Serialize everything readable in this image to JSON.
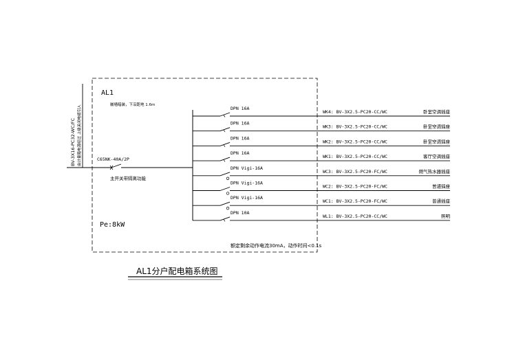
{
  "panel": {
    "name": "AL1",
    "mount_note": "嵌墙暗装，下沿距地 1.6m",
    "power": "Pe:8kW",
    "rcd_note": "额定剩余动作电流30mA，动作时间<0.1s"
  },
  "feeder": {
    "cable": "BV-3X16-PC32-WC/FC",
    "note": "由计量箱电源经过 上级关闭电缆引入"
  },
  "main_switch": {
    "breaker": "C65NK-40A/2P",
    "label": "主开关带隔离功能"
  },
  "circuits": [
    {
      "breaker": "DPN 16A",
      "code": "WK4",
      "cable": "BV-3X2.5-PC20-CC/WC",
      "load": "卧室空调插座",
      "type": "switch"
    },
    {
      "breaker": "DPN 16A",
      "code": "WK3",
      "cable": "BV-3X2.5-PC20-CC/WC",
      "load": "卧室空调插座",
      "type": "switch"
    },
    {
      "breaker": "DPN 16A",
      "code": "WK2",
      "cable": "BV-3X2.5-PC20-CC/WC",
      "load": "卧室空调插座",
      "type": "switch"
    },
    {
      "breaker": "DPN 16A",
      "code": "WK1",
      "cable": "BV-3X2.5-PC20-CC/WC",
      "load": "客厅空调插座",
      "type": "switch"
    },
    {
      "breaker": "DPN Vigi-16A",
      "code": "WC3",
      "cable": "BV-3X2.5-PC20-FC/WC",
      "load": "燃气热水器插座",
      "type": "rcd"
    },
    {
      "breaker": "DPN Vigi-16A",
      "code": "WC2",
      "cable": "BV-3X2.5-PC20-FC/WC",
      "load": "普通插座",
      "type": "rcd"
    },
    {
      "breaker": "DPN Vigi-16A",
      "code": "WC1",
      "cable": "BV-3X2.5-PC20-FC/WC",
      "load": "普通插座",
      "type": "rcd"
    },
    {
      "breaker": "DPN 10A",
      "code": "WL1",
      "cable": "BV-3X2.5-PC20-CC/WC",
      "load": "照明",
      "type": "switch"
    }
  ],
  "title": "AL1分户配电箱系统图"
}
